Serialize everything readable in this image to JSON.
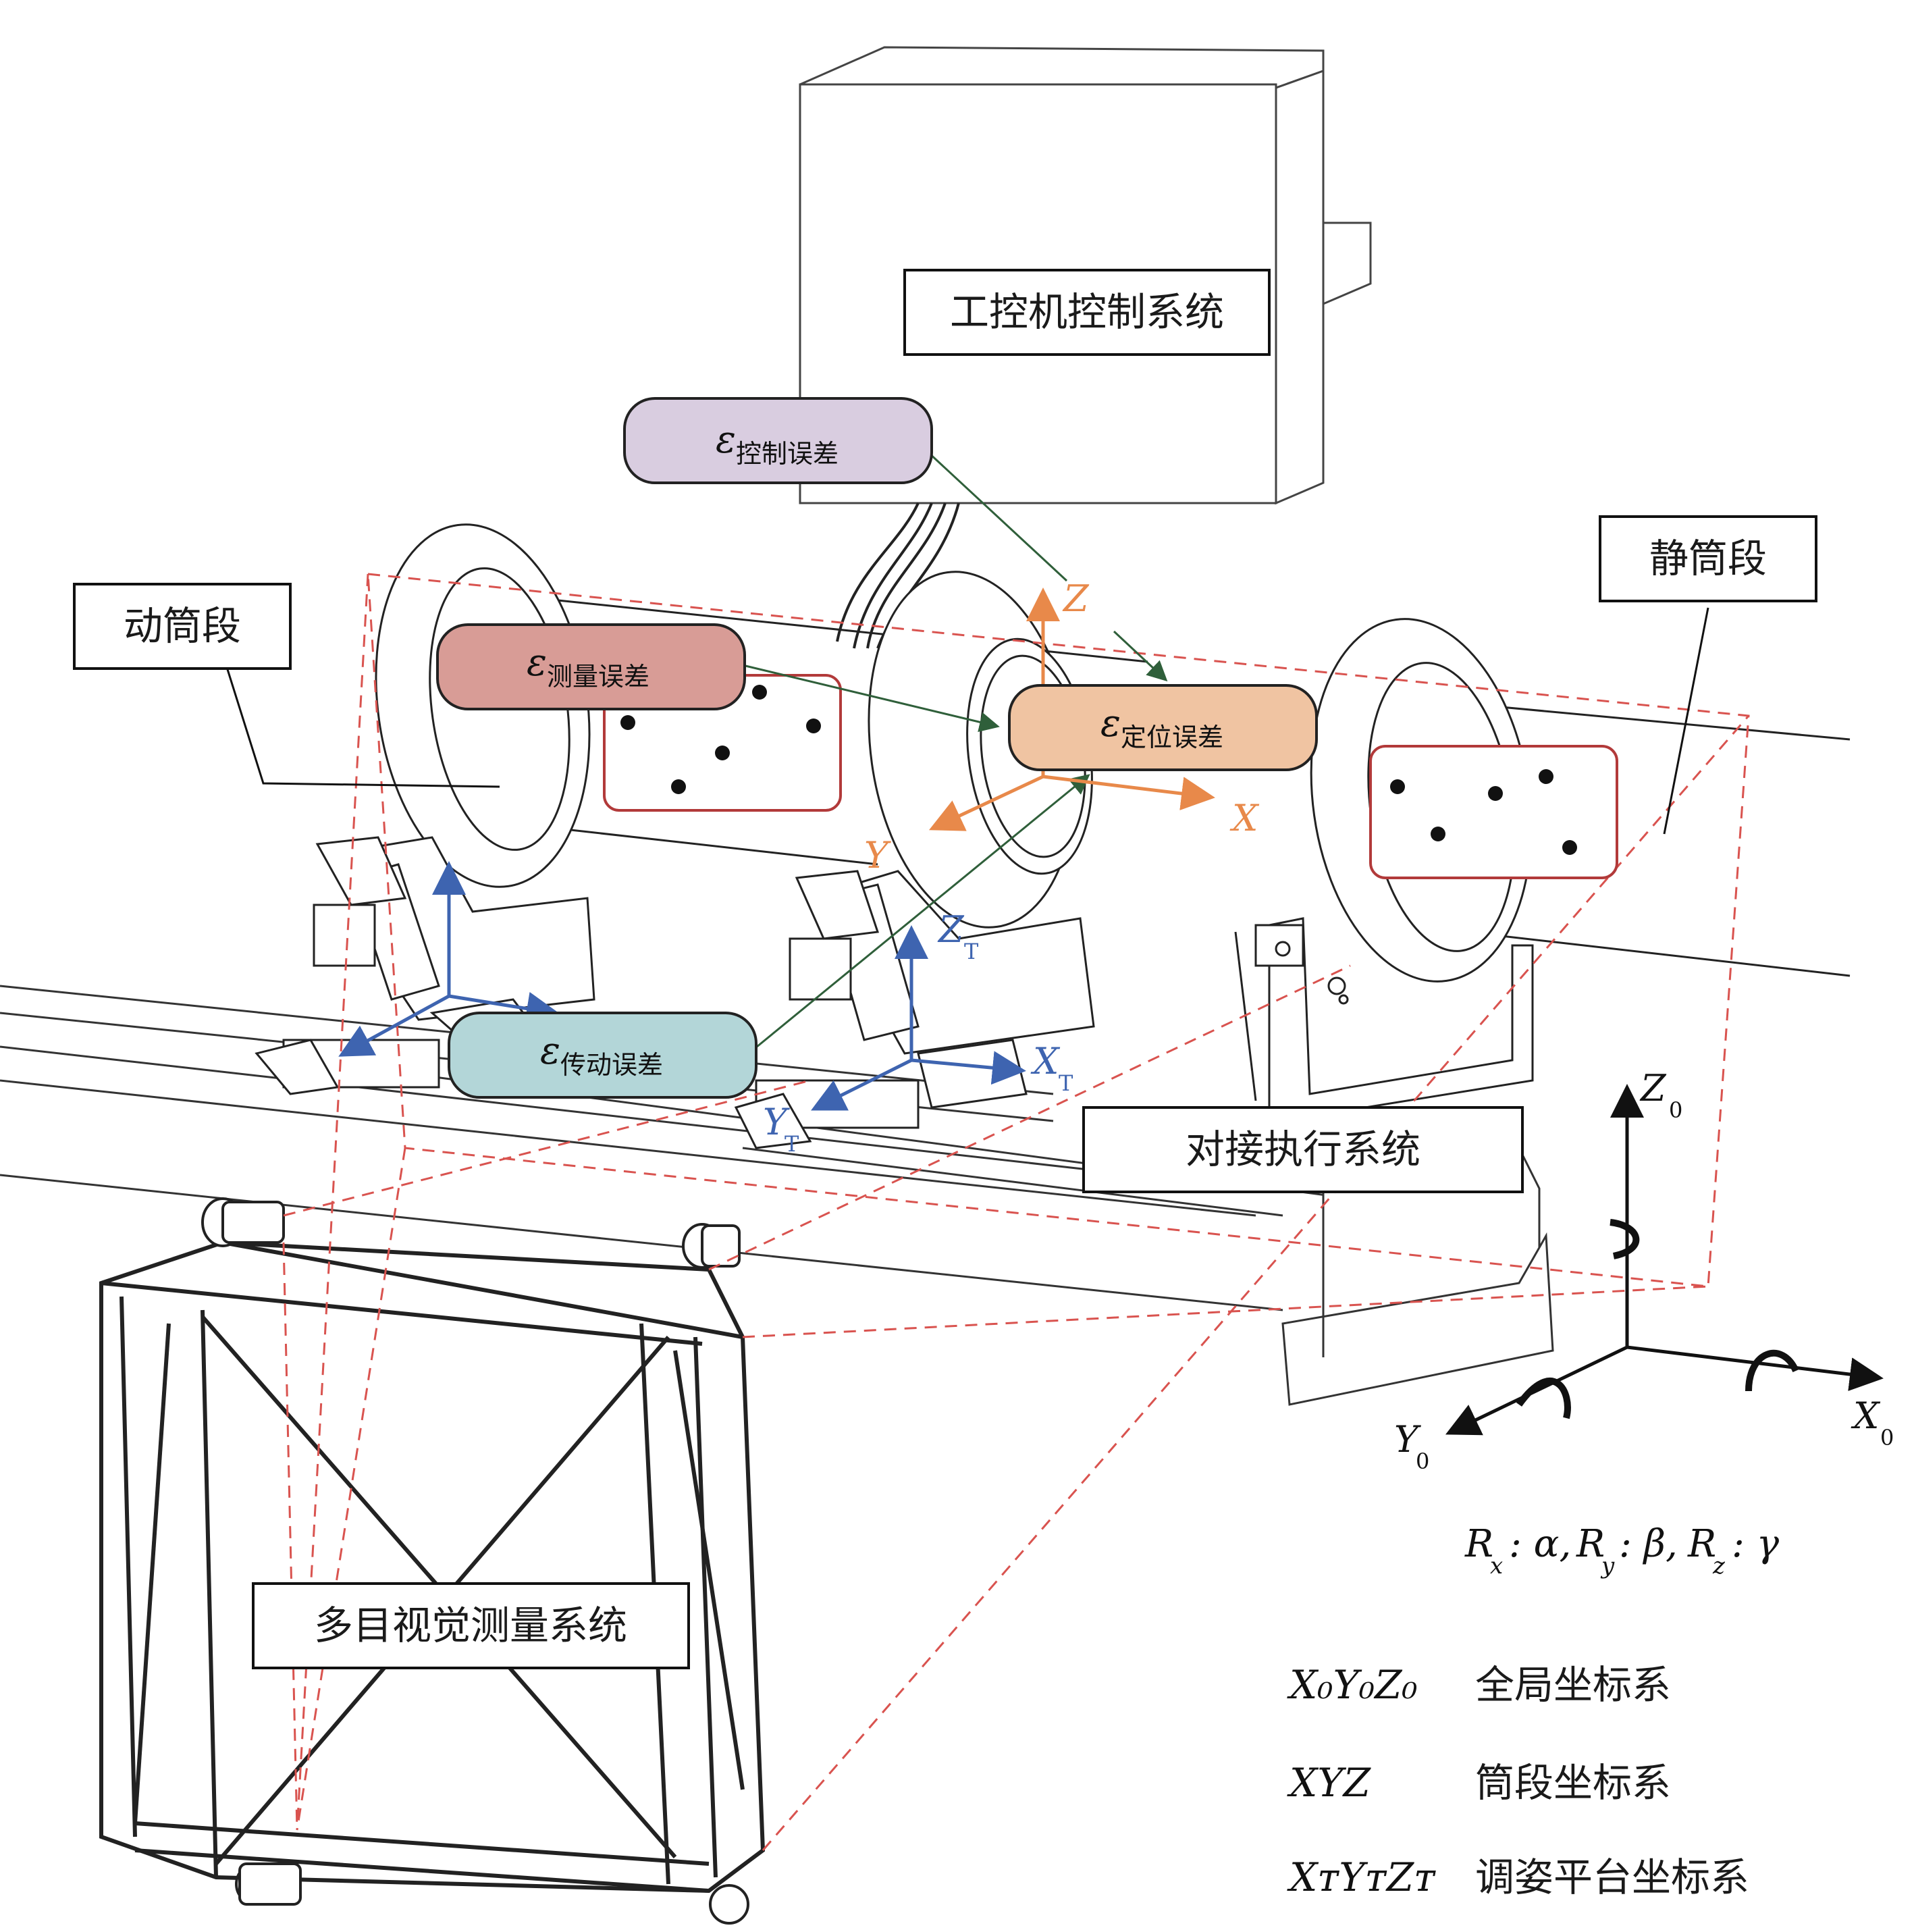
{
  "colors": {
    "orange_axis": "#e8894a",
    "blue_axis": "#3e64b0",
    "green_arrow": "#2f5f3a",
    "red_dash": "#d9534f",
    "pill_control": "#d9cde0",
    "pill_measure": "#d89c96",
    "pill_position": "#f0c4a2",
    "pill_drive": "#b3d6d8",
    "target_box_border": "#b23a3a"
  },
  "labels": {
    "ipc_control": "工控机控制系统",
    "moving_segment": "动筒段",
    "static_segment": "静筒段",
    "docking_system": "对接执行系统",
    "vision_system": "多目视觉测量系统"
  },
  "errors": {
    "symbol": "ε",
    "control": "控制误差",
    "measure": "测量误差",
    "position": "定位误差",
    "drive": "传动误差"
  },
  "axes": {
    "segment": {
      "x": "X",
      "y": "Y",
      "z": "Z"
    },
    "platform": {
      "x": "X",
      "y": "Y",
      "z": "Z",
      "sub": "T"
    },
    "global": {
      "x": "X",
      "y": "Y",
      "z": "Z",
      "sub": "0"
    }
  },
  "rotation_note": {
    "rx": "R",
    "rx_sub": "x",
    "alpha": ": α,",
    "ry": "R",
    "ry_sub": "y",
    "beta": ": β,",
    "rz": "R",
    "rz_sub": "z",
    "gamma": ": γ"
  },
  "legend": [
    {
      "symbol": "X₀Y₀Z₀",
      "desc": "全局坐标系"
    },
    {
      "symbol": "XYZ",
      "desc": "筒段坐标系"
    },
    {
      "symbol": "XᴛYᴛZᴛ",
      "desc": "调姿平台坐标系"
    }
  ]
}
